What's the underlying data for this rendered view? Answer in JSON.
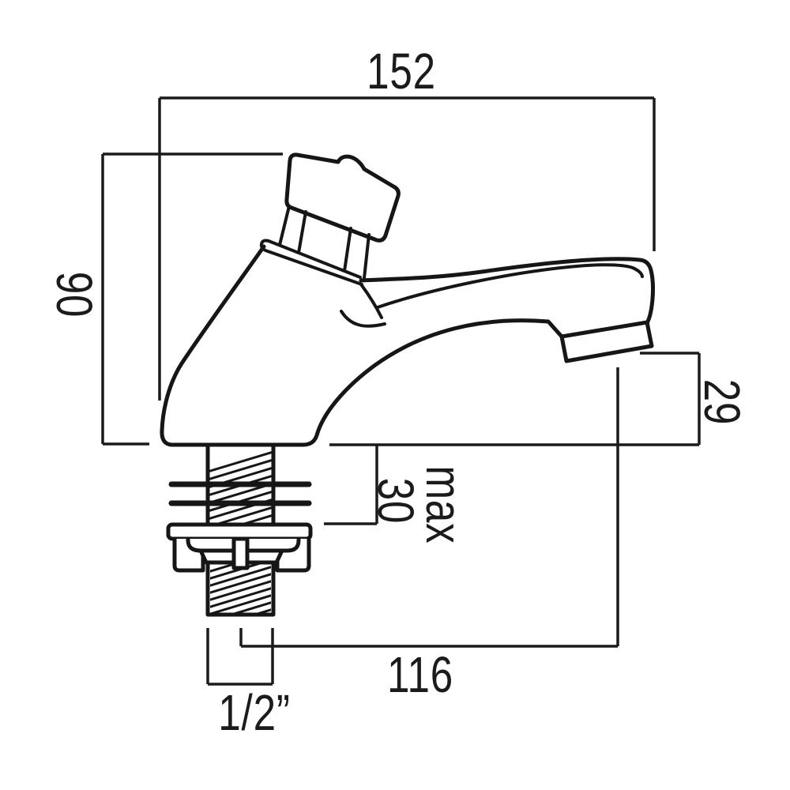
{
  "drawing": {
    "type": "technical-dimension-diagram",
    "subject": "pillar basin tap - side elevation with installation dimensions",
    "background_color": "#ffffff",
    "line_color": "#161616",
    "dimensions": {
      "overall_length": "152",
      "overall_height": "90",
      "outlet_height": "29",
      "deck_max_label": "max",
      "deck_max_value": "30",
      "spout_projection": "116",
      "thread_size": "1/2”"
    }
  }
}
